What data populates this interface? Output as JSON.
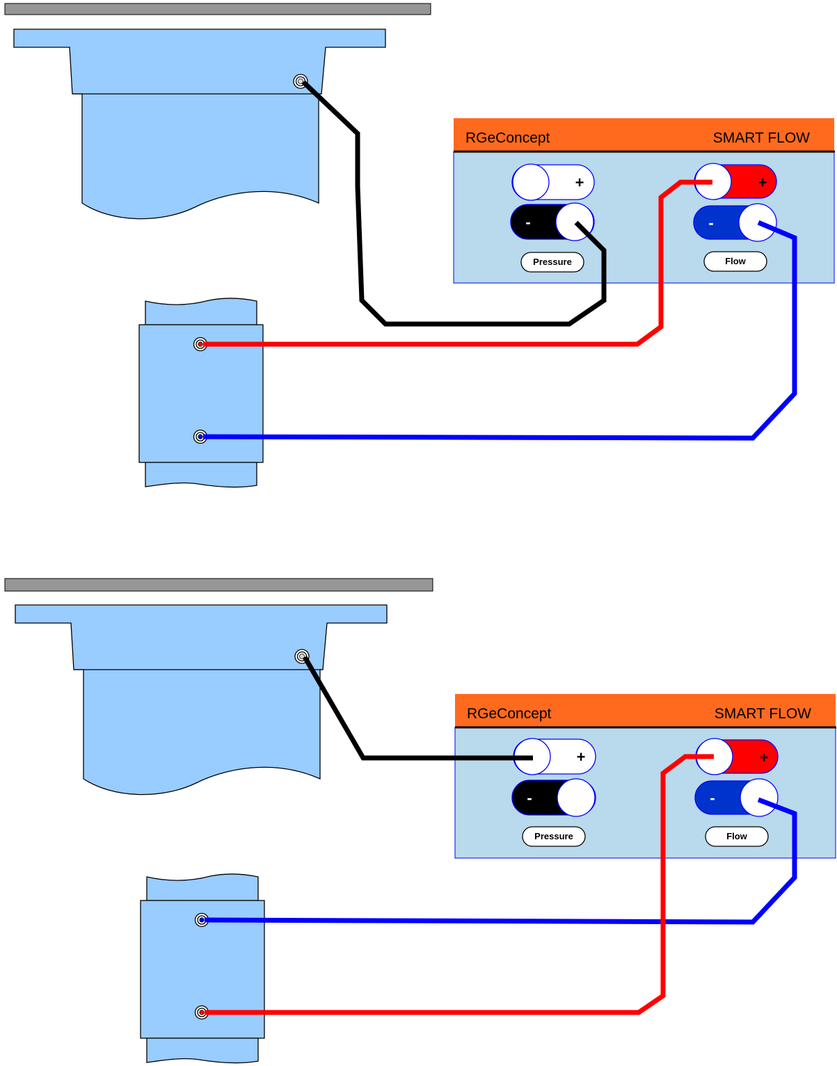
{
  "panel": {
    "brand": "RGeConcept",
    "product": "SMART FLOW",
    "pressure_label": "Pressure",
    "flow_label": "Flow",
    "plus_sign": "+",
    "minus_sign": "-"
  },
  "colors": {
    "plate": "#969696",
    "device_blue": "#99ccff",
    "panel_body": "#b9d9ec",
    "panel_header": "#ff6a1e",
    "wire_black": "#000000",
    "wire_red": "#ff0000",
    "wire_blue": "#0000ff",
    "flow_plus_red": "#ff0000",
    "flow_minus_blue": "#0033cc"
  }
}
